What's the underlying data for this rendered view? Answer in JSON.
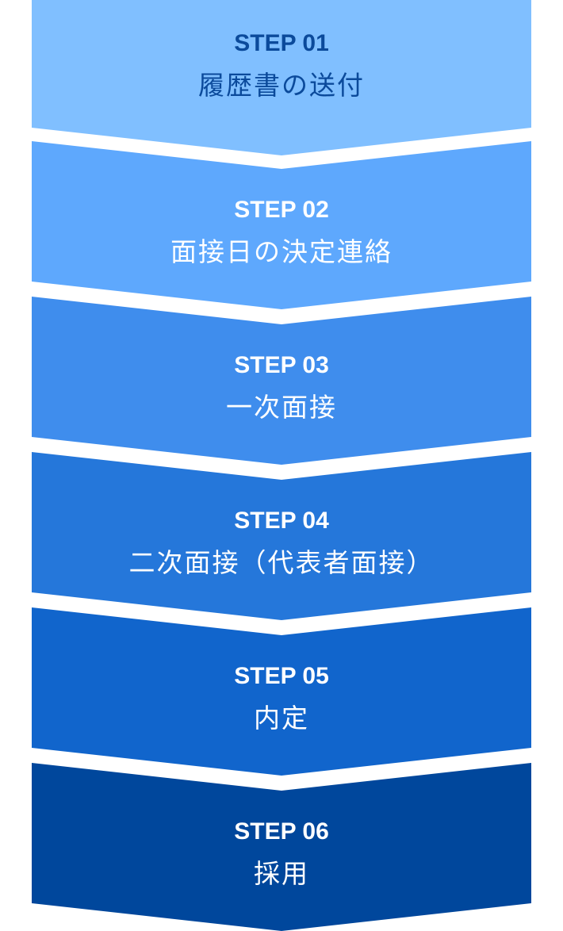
{
  "flow": {
    "steps": [
      {
        "label": "STEP 01",
        "title": "履歴書の送付",
        "color": "#80bfff",
        "text_color": "#0b4a9b"
      },
      {
        "label": "STEP 02",
        "title": "面接日の決定連絡",
        "color": "#5ea8fd",
        "text_color": "#ffffff"
      },
      {
        "label": "STEP 03",
        "title": "一次面接",
        "color": "#3f8ded",
        "text_color": "#ffffff"
      },
      {
        "label": "STEP 04",
        "title": "二次面接（代表者面接）",
        "color": "#2577da",
        "text_color": "#ffffff"
      },
      {
        "label": "STEP 05",
        "title": "内定",
        "color": "#1165cc",
        "text_color": "#ffffff"
      },
      {
        "label": "STEP 06",
        "title": "採用",
        "color": "#00479c",
        "text_color": "#ffffff"
      }
    ]
  }
}
